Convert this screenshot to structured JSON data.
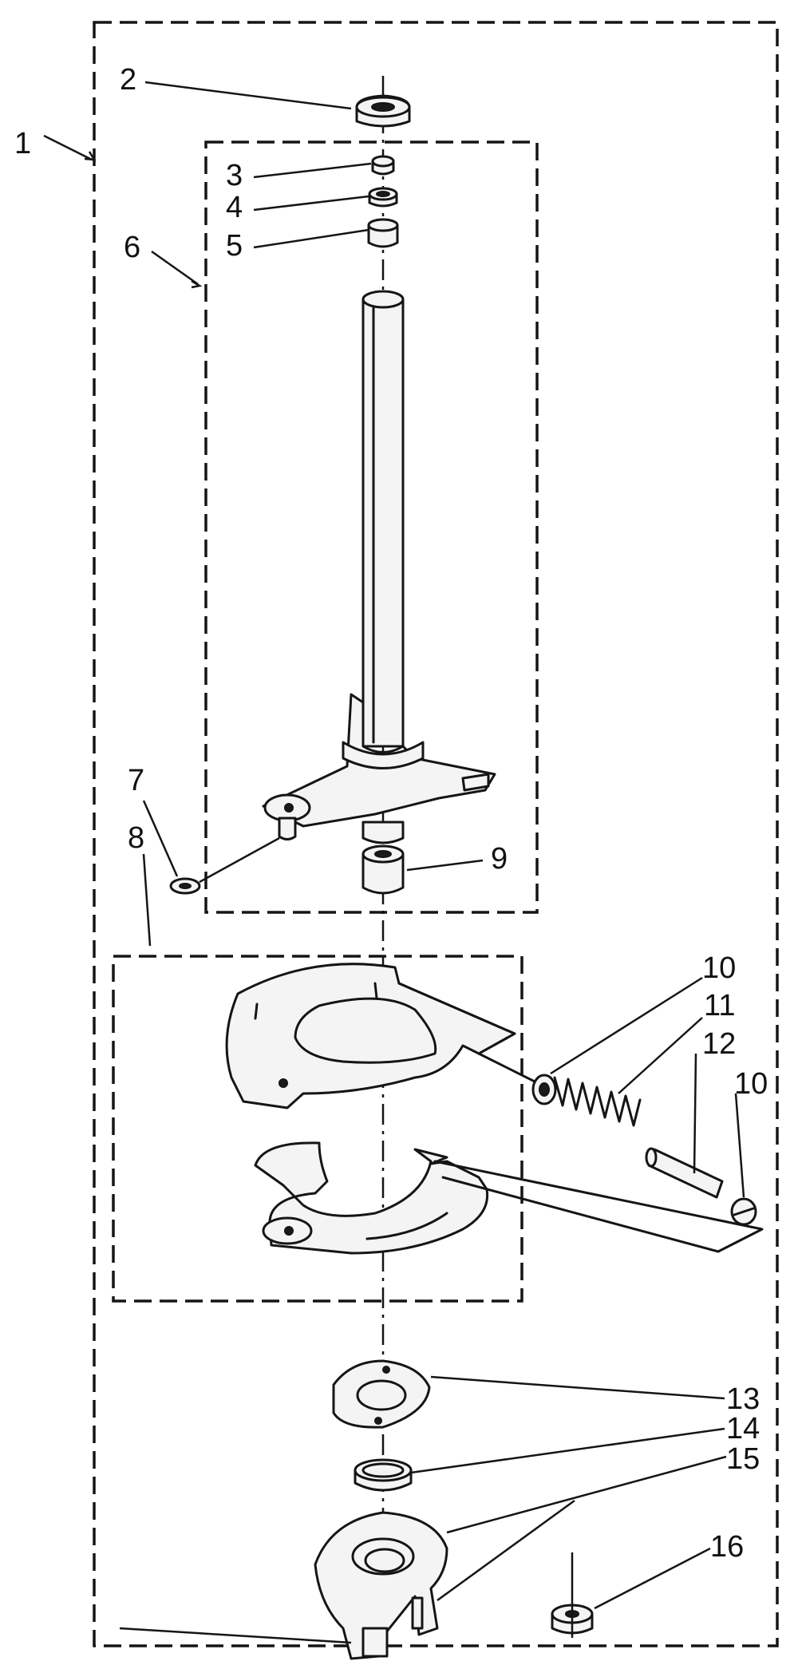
{
  "labels": {
    "l1": "1",
    "l2": "2",
    "l3": "3",
    "l4": "4",
    "l5": "5",
    "l6": "6",
    "l7": "7",
    "l8": "8",
    "l9": "9",
    "l10a": "10",
    "l11": "11",
    "l12": "12",
    "l10b": "10",
    "l13": "13",
    "l14": "14",
    "l15": "15",
    "l16": "16"
  }
}
